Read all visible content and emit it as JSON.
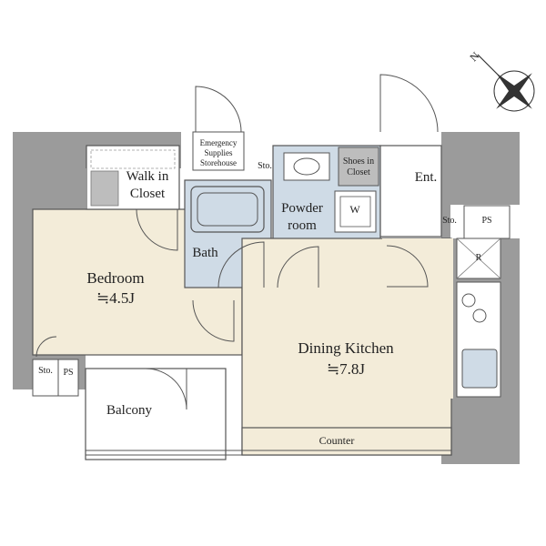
{
  "plan": {
    "colors": {
      "wall": "#9b9b9b",
      "floor_living": "#f3ecd9",
      "floor_wet": "#cfdbe6",
      "line": "#555555",
      "closet_fill": "#bdbdbd"
    },
    "rooms": {
      "bedroom": {
        "name": "Bedroom",
        "area": "≒4.5J"
      },
      "dining_kitchen": {
        "name": "Dining Kitchen",
        "area": "≒7.8J"
      },
      "walk_in_closet": {
        "line1": "Walk in",
        "line2": "Closet"
      },
      "bath": {
        "name": "Bath"
      },
      "powder_room": {
        "line1": "Powder",
        "line2": "room"
      },
      "shoes_closet": {
        "line1": "Shoes in",
        "line2": "Closet"
      },
      "entrance": {
        "name": "Ent."
      },
      "balcony": {
        "name": "Balcony"
      },
      "counter": {
        "name": "Counter"
      },
      "emergency": {
        "line1": "Emergency",
        "line2": "Supplies",
        "line3": "Storehouse"
      }
    },
    "small_labels": {
      "sto_bath": "Sto.",
      "sto_entrance": "Sto.",
      "sto_bedroom": "Sto.",
      "ps_entrance": "PS",
      "ps_bedroom": "PS",
      "washer": "W",
      "refrigerator": "R"
    },
    "compass": {
      "north_label": "N",
      "icon": "compass-rose-icon"
    }
  }
}
